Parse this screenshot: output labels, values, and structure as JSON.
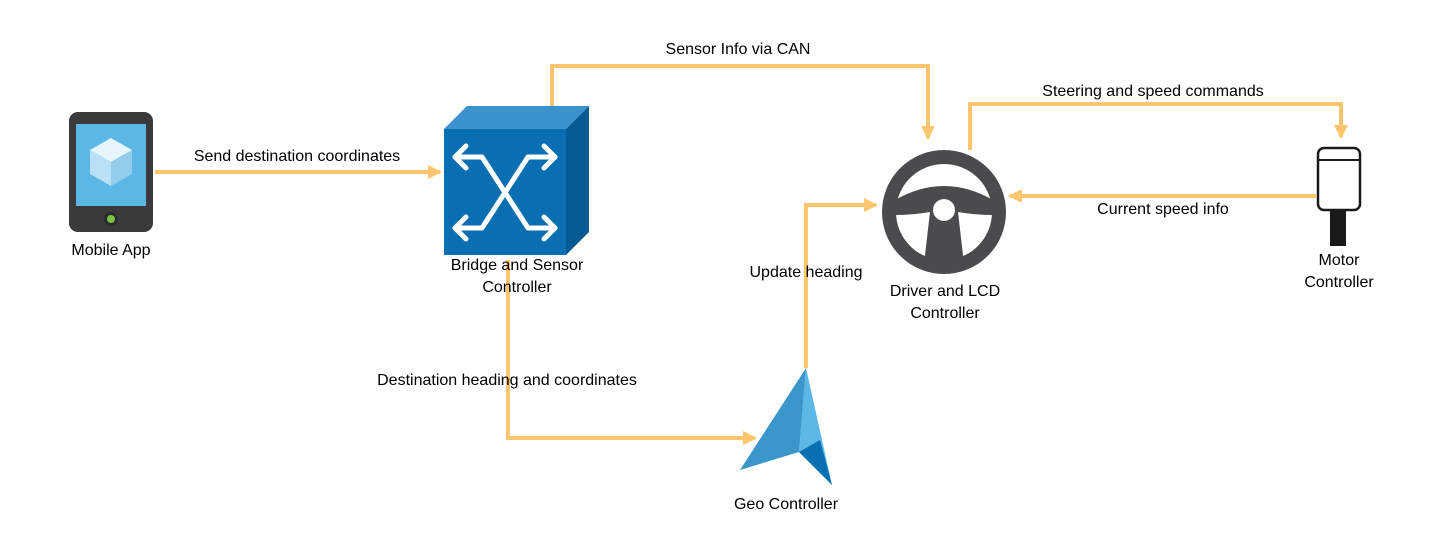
{
  "colors": {
    "connector": "#FFC46E",
    "background": "#FFFFFF",
    "text": "#000000",
    "phone_body": "#3A3A3A",
    "phone_screen": "#5BB8E6",
    "switch_front": "#0A6FB2",
    "switch_top": "#3C92CC",
    "switch_side": "#075A91",
    "wheel": "#4B4B4D",
    "nav_light": "#5BB8E6",
    "nav_mid": "#3A96CB",
    "nav_dark": "#0A6FB2"
  },
  "nodes": {
    "mobile_app": {
      "label": "Mobile App",
      "icon": "mobile-phone-icon"
    },
    "bridge": {
      "label_line1": "Bridge and Sensor",
      "label_line2": "Controller",
      "icon": "network-switch-icon"
    },
    "driver": {
      "label_line1": "Driver and LCD",
      "label_line2": "Controller",
      "icon": "steering-wheel-icon"
    },
    "motor": {
      "label_line1": "Motor",
      "label_line2": "Controller",
      "icon": "motor-icon"
    },
    "geo": {
      "label": "Geo Controller",
      "icon": "navigation-arrow-icon"
    }
  },
  "edges": {
    "send_destination": "Send destination coordinates",
    "sensor_info": "Sensor Info via CAN",
    "steering_speed": "Steering and speed commands",
    "current_speed": "Current speed info",
    "update_heading": "Update heading",
    "destination_heading": "Destination heading and coordinates"
  }
}
